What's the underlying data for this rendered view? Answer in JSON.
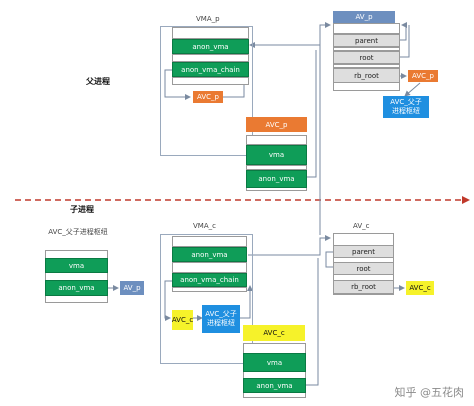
{
  "parent_label": "父进程",
  "child_label": "子进程",
  "vma_p": {
    "title": "VMA_p",
    "anon_vma": "anon_vma",
    "anon_vma_chain": "anon_vma_chain"
  },
  "avc_p_small": "AVC_p",
  "avc_p_orange": "AVC_p",
  "avc_p_box": {
    "vma": "vma",
    "anon_vma": "anon_vma"
  },
  "av_p": {
    "title": "AV_p",
    "parent": "parent",
    "root": "root",
    "rb_root": "rb_root"
  },
  "avc_p_right": "AVC_p",
  "avc_p_group": "AVC_父子\n进程枢纽",
  "vma_c": {
    "title": "VMA_c",
    "anon_vma": "anon_vma",
    "anon_vma_chain": "anon_vma_chain"
  },
  "avc_group_left": {
    "title": "AVC_父子进程枢纽",
    "vma": "vma",
    "anon_vma": "anon_vma"
  },
  "av_p_blue": "AV_p",
  "avc_c_small": "AVC_c",
  "avc_group_mid": "AVC_父子\n进程枢纽",
  "avc_c_yellow": "AVC_c",
  "avc_c_box": {
    "vma": "vma",
    "anon_vma": "anon_vma"
  },
  "av_c": {
    "title": "AV_c",
    "parent": "parent",
    "root": "root",
    "rb_root": "rb_root"
  },
  "avc_c_right": "AVC_c",
  "watermark": "知乎 @五花肉",
  "colors": {
    "green": "#0f9d58",
    "orange": "#ea7a32",
    "blue": "#1f8fe0",
    "yellow": "#f6f22a",
    "divider": "#c0392b"
  }
}
